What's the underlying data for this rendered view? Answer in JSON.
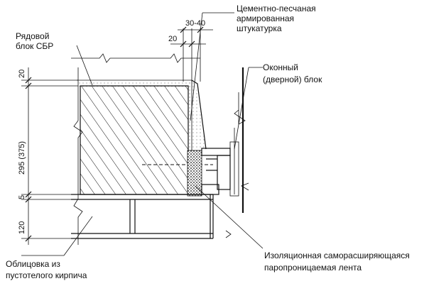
{
  "labels": {
    "row_block_1": "Рядовой",
    "row_block_2": "блок СБР",
    "plaster_1": "Цементно-песчаная",
    "plaster_2": "армированная",
    "plaster_3": "штукатурка",
    "window_1": "Оконный",
    "window_2": "(дверной) блок",
    "facing_1": "Облицовка из",
    "facing_2": "пустотелого кирпича",
    "tape_1": "Изоляционная саморасширяющаяся",
    "tape_2": "паропроницаемая лента"
  },
  "dimensions": {
    "top_gap": "30-40",
    "top_offset": "20",
    "left_top": "20",
    "left_block": "295 (375)",
    "left_joint": "5",
    "left_brick": "120"
  }
}
